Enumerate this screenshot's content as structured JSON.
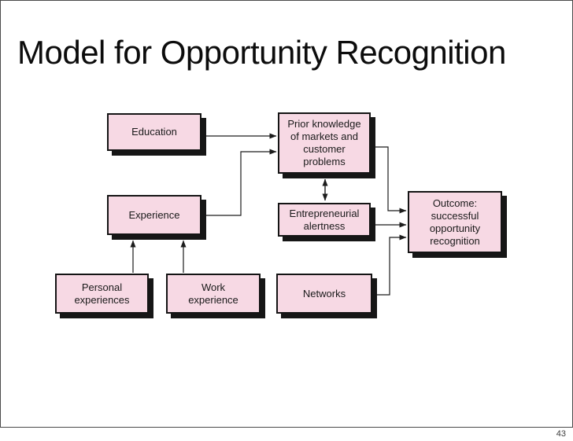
{
  "slide": {
    "title": "Model for Opportunity Recognition",
    "page_number": "43"
  },
  "diagram": {
    "boxes": [
      {
        "id": "education",
        "label": "Education"
      },
      {
        "id": "prior-knowledge",
        "label": "Prior knowledge\nof markets and\ncustomer\nproblems"
      },
      {
        "id": "experience",
        "label": "Experience"
      },
      {
        "id": "entrepreneurial-alertness",
        "label": "Entrepreneurial\nalertness"
      },
      {
        "id": "outcome",
        "label": "Outcome:\nsuccessful\nopportunity\nrecognition"
      },
      {
        "id": "personal-experiences",
        "label": "Personal\nexperiences"
      },
      {
        "id": "work-experience",
        "label": "Work\nexperience"
      },
      {
        "id": "networks",
        "label": "Networks"
      }
    ],
    "connections": [
      {
        "from": "Education",
        "to": "Prior knowledge of markets and customer problems",
        "type": "arrow"
      },
      {
        "from": "Experience",
        "to": "Prior knowledge of markets and customer problems",
        "type": "arrow"
      },
      {
        "from": "Prior knowledge of markets and customer problems",
        "to": "Entrepreneurial alertness",
        "type": "double-arrow"
      },
      {
        "from": "Prior knowledge of markets and customer problems",
        "to": "Outcome: successful opportunity recognition",
        "type": "arrow"
      },
      {
        "from": "Entrepreneurial alertness",
        "to": "Outcome: successful opportunity recognition",
        "type": "arrow"
      },
      {
        "from": "Networks",
        "to": "Outcome: successful opportunity recognition",
        "type": "arrow"
      },
      {
        "from": "Personal experiences",
        "to": "Experience",
        "type": "arrow"
      },
      {
        "from": "Work experience",
        "to": "Experience",
        "type": "arrow"
      }
    ],
    "colors": {
      "box_fill": "#f7d9e4",
      "box_border": "#141414",
      "box_shadow": "#161616",
      "line": "#1c1c1c",
      "slide_border": "#4a4a4a"
    }
  }
}
